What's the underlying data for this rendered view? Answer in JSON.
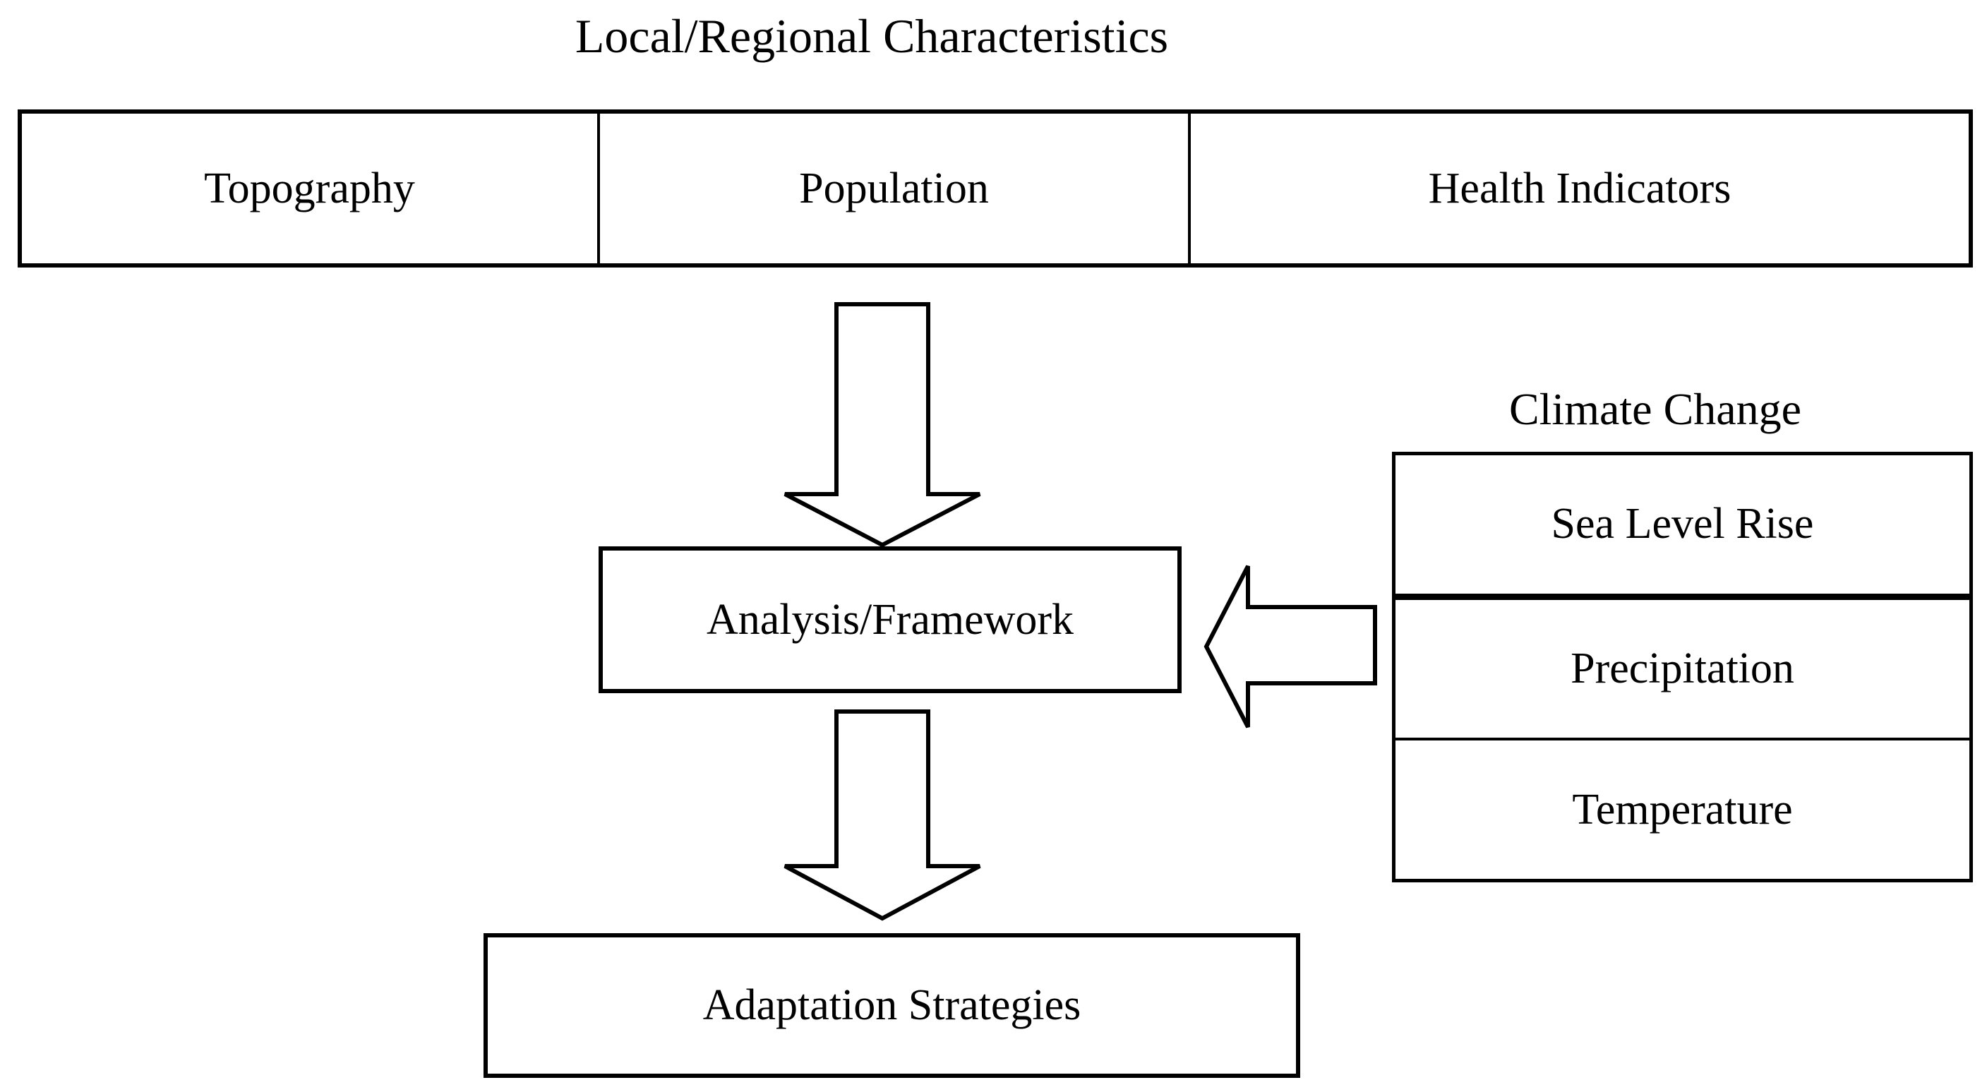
{
  "titles": {
    "local": "Local/Regional Characteristics",
    "climate": "Climate Change"
  },
  "local_table": {
    "cells": [
      "Topography",
      "Population",
      "Health Indicators"
    ]
  },
  "climate_table": {
    "rows": [
      "Sea Level Rise",
      "Precipitation",
      "Temperature"
    ]
  },
  "boxes": {
    "analysis": "Analysis/Framework",
    "adaptation": "Adaptation Strategies"
  },
  "icons": {
    "down_arrow": "down-block-arrow",
    "left_arrow": "left-block-arrow"
  },
  "colors": {
    "line": "#000000",
    "background": "#ffffff",
    "text": "#000000"
  }
}
